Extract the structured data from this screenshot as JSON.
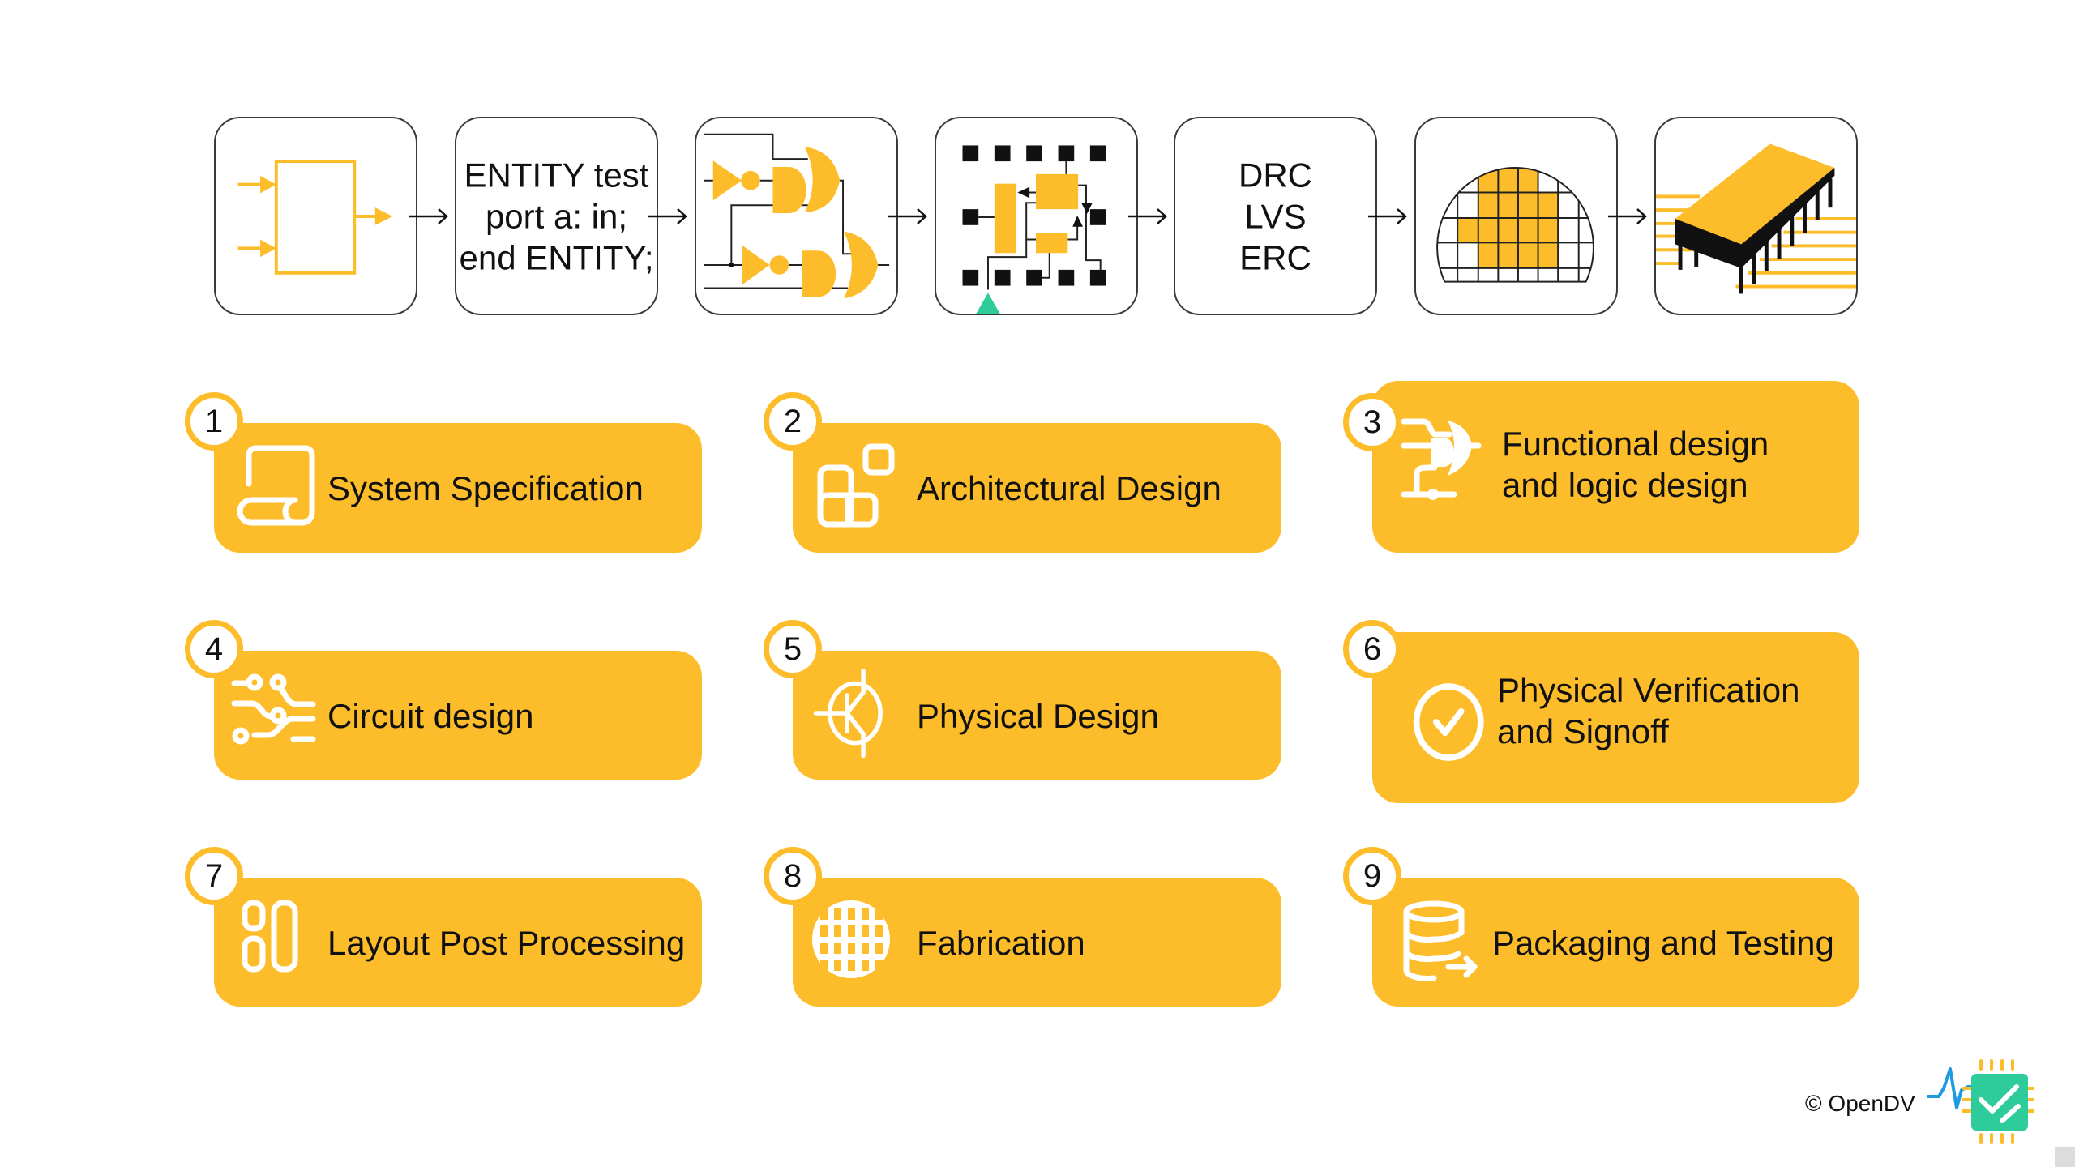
{
  "flow": {
    "stages": [
      {
        "id": "spec-block",
        "icon": "block-diagram-icon",
        "lines": []
      },
      {
        "id": "hdl-code",
        "icon": "",
        "lines": [
          "ENTITY test",
          "port a: in;",
          "end ENTITY;"
        ]
      },
      {
        "id": "logic-gates",
        "icon": "logic-gates-icon",
        "lines": []
      },
      {
        "id": "floorplan",
        "icon": "floorplan-icon",
        "lines": []
      },
      {
        "id": "verification",
        "icon": "",
        "lines": [
          "DRC",
          "LVS",
          "ERC"
        ]
      },
      {
        "id": "wafer",
        "icon": "wafer-icon",
        "lines": []
      },
      {
        "id": "packaged-chip",
        "icon": "chip-package-icon",
        "lines": []
      }
    ],
    "arrow_icon": "right-arrow-icon"
  },
  "steps": [
    {
      "number": "1",
      "label_lines": [
        "System Specification"
      ],
      "icon": "scroll-document-icon"
    },
    {
      "number": "2",
      "label_lines": [
        "Architectural Design"
      ],
      "icon": "blocks-architecture-icon"
    },
    {
      "number": "3",
      "label_lines": [
        "Functional design",
        "and logic design"
      ],
      "icon": "logic-gate-icon"
    },
    {
      "number": "4",
      "label_lines": [
        "Circuit design"
      ],
      "icon": "circuit-traces-icon"
    },
    {
      "number": "5",
      "label_lines": [
        "Physical Design"
      ],
      "icon": "transistor-icon"
    },
    {
      "number": "6",
      "label_lines": [
        "Physical Verification",
        "and Signoff"
      ],
      "icon": "check-circle-icon"
    },
    {
      "number": "7",
      "label_lines": [
        "Layout Post Processing"
      ],
      "icon": "layout-cells-icon"
    },
    {
      "number": "8",
      "label_lines": [
        "Fabrication"
      ],
      "icon": "wafer-globe-icon"
    },
    {
      "number": "9",
      "label_lines": [
        "Packaging and Testing"
      ],
      "icon": "database-export-icon"
    }
  ],
  "footer": {
    "copyright": "© OpenDV",
    "logo_icon": "opendv-chip-check-logo"
  },
  "colors": {
    "accent": "#FDBD2A",
    "logo_green": "#2ECC9A",
    "logo_wave": "#1E9BE0",
    "outline": "#3A3A3A"
  }
}
